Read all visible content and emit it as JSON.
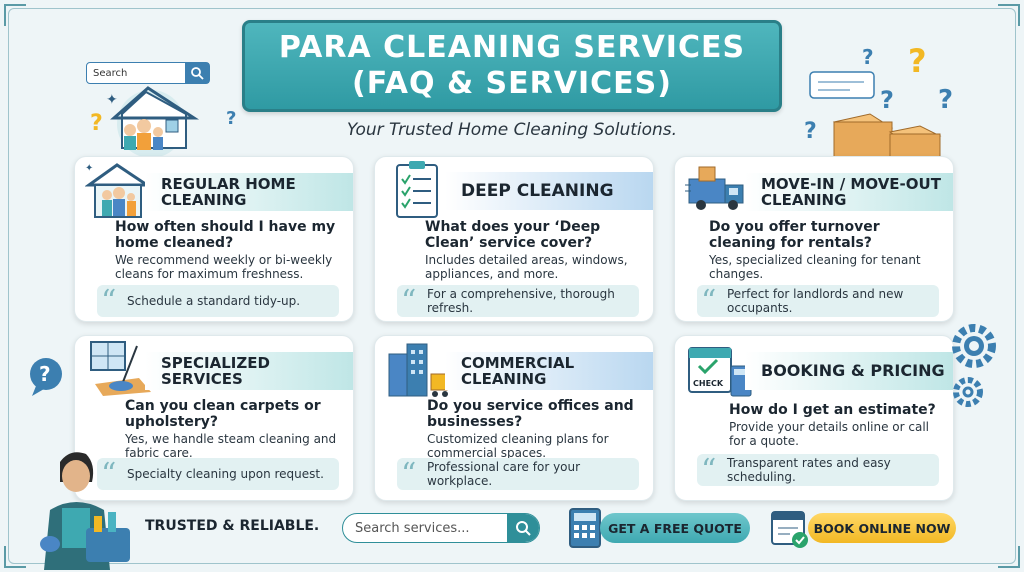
{
  "header": {
    "title_line1": "PARA CLEANING SERVICES",
    "title_line2": "(FAQ & SERVICES)",
    "subtitle": "Your Trusted Home Cleaning Solutions."
  },
  "top_search": {
    "placeholder": "Search"
  },
  "cards": [
    {
      "title": "REGULAR HOME CLEANING",
      "question": "How often should I have my home cleaned?",
      "answer": "We recommend weekly or bi-weekly cleans for maximum freshness.",
      "quote": "Schedule a standard tidy-up."
    },
    {
      "title": "DEEP CLEANING",
      "question": "What does your ‘Deep Clean’ service cover?",
      "answer": "Includes detailed areas, windows, appliances, and more.",
      "quote": "For a comprehensive, thorough refresh."
    },
    {
      "title": "MOVE-IN / MOVE-OUT CLEANING",
      "question": "Do you offer turnover cleaning for rentals?",
      "answer": "Yes, specialized cleaning for tenant changes.",
      "quote": "Perfect for landlords and new occupants."
    },
    {
      "title": "SPECIALIZED SERVICES",
      "question": "Can you clean carpets or upholstery?",
      "answer": "Yes, we handle steam cleaning and fabric care.",
      "quote": "Specialty cleaning upon request."
    },
    {
      "title": "COMMERCIAL CLEANING",
      "question": "Do you service offices and businesses?",
      "answer": "Customized cleaning plans for commercial spaces.",
      "quote": "Professional care for your workplace."
    },
    {
      "title": "BOOKING & PRICING",
      "question": "How do I get an estimate?",
      "answer": "Provide your details online or call for a quote.",
      "quote": "Transparent rates and easy scheduling."
    }
  ],
  "calendar_label": "CHECK",
  "footer": {
    "tagline": "TRUSTED & RELIABLE.",
    "search_placeholder": "Search services...",
    "quote_button": "GET A FREE QUOTE",
    "book_button": "BOOK ONLINE NOW"
  },
  "colors": {
    "teal": "#3ea9b1",
    "yellow": "#f2b824",
    "blue": "#3c7fb0"
  }
}
